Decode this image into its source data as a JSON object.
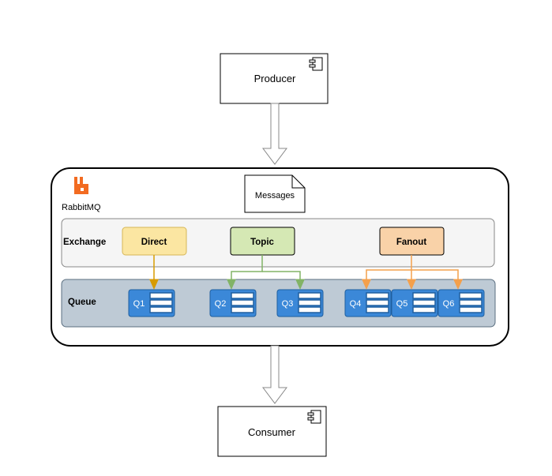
{
  "producer": {
    "label": "Producer",
    "icon": "component-icon"
  },
  "consumer": {
    "label": "Consumer",
    "icon": "component-icon"
  },
  "broker": {
    "name": "RabbitMQ",
    "logo": "rabbitmq-logo",
    "messages_label": "Messages"
  },
  "exchange_row": {
    "label": "Exchange",
    "exchanges": [
      {
        "label": "Direct",
        "color": "#fbe6a2"
      },
      {
        "label": "Topic",
        "color": "#d5e8b4"
      },
      {
        "label": "Fanout",
        "color": "#f9d2a8"
      }
    ]
  },
  "queue_row": {
    "label": "Queue",
    "queues": [
      {
        "label": "Q1"
      },
      {
        "label": "Q2"
      },
      {
        "label": "Q3"
      },
      {
        "label": "Q4"
      },
      {
        "label": "Q5"
      },
      {
        "label": "Q6"
      }
    ]
  },
  "colors": {
    "rabbit_orange": "#f26b21",
    "direct_arrow": "#d79b00",
    "topic_arrow": "#82b366",
    "fanout_arrow": "#f4a04c",
    "queue_fill": "#3b88d8",
    "queue_row_fill": "#becad5",
    "exchange_row_fill": "#f5f5f5"
  }
}
